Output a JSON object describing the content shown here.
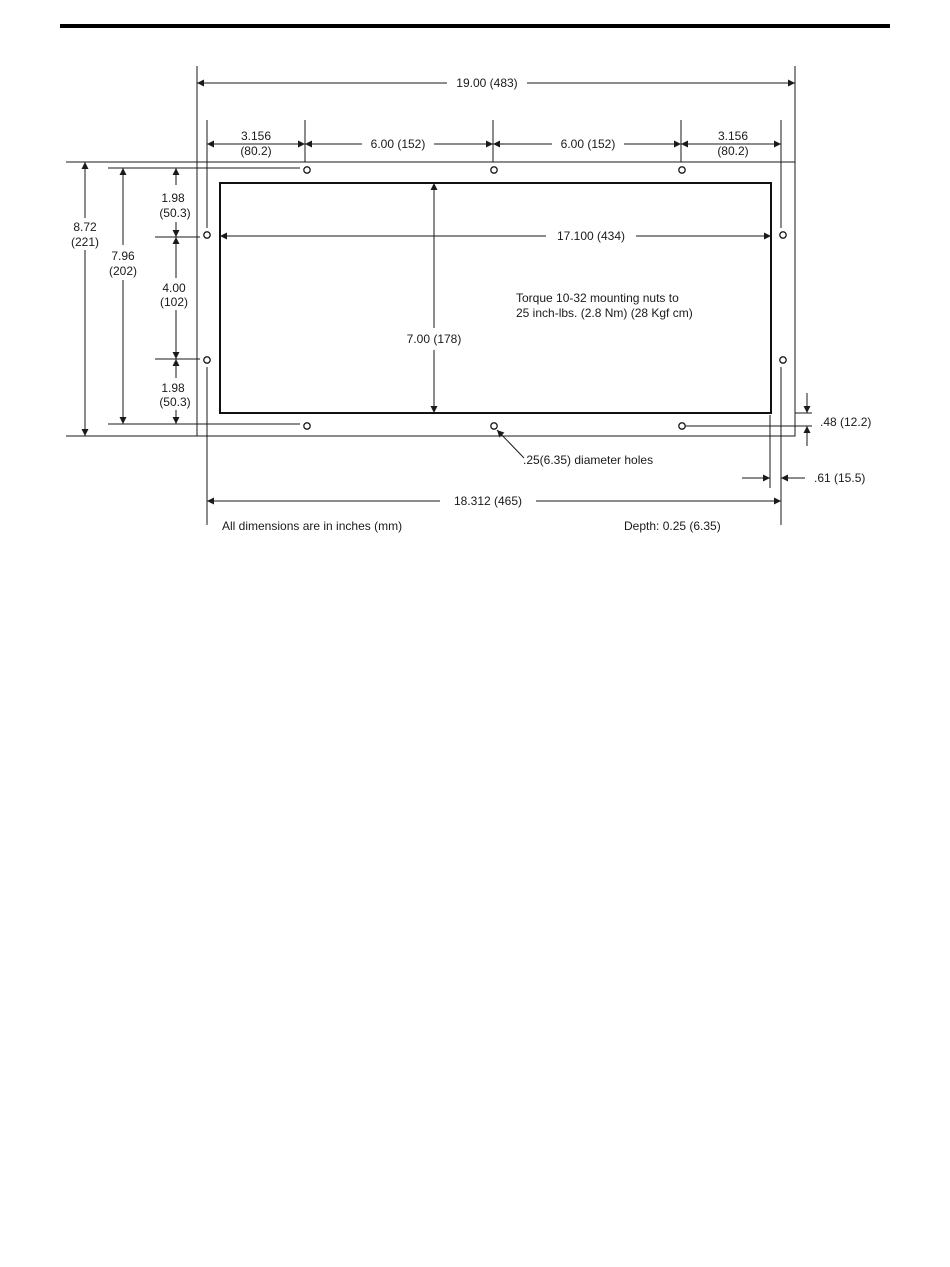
{
  "diagram": {
    "overall_width": "19.00 (483)",
    "hole_spacing_end_left": [
      "3.156",
      "(80.2)"
    ],
    "hole_spacing_mid_left": "6.00 (152)",
    "hole_spacing_mid_right": "6.00 (152)",
    "hole_spacing_end_right": [
      "3.156",
      "(80.2)"
    ],
    "overall_height": [
      "8.72",
      "(221)"
    ],
    "hole_span_height": [
      "7.96",
      "(202)"
    ],
    "edge_to_hole_top": [
      "1.98",
      "(50.3)"
    ],
    "hole_vertical_spacing": [
      "4.00",
      "(102)"
    ],
    "edge_to_hole_bottom": [
      "1.98",
      "(50.3)"
    ],
    "cutout_width": "17.100 (434)",
    "cutout_height": "7.00 (178)",
    "torque_note": [
      "Torque 10-32 mounting nuts to",
      "25 inch-lbs. (2.8 Nm) (28 Kgf cm)"
    ],
    "edge_margin_vertical": ".48 (12.2)",
    "hole_note": ".25(6.35) diameter holes",
    "edge_margin_horizontal": ".61 (15.5)",
    "hole_span_width": "18.312 (465)",
    "units_note": "All dimensions are in inches (mm)",
    "depth_note": "Depth: 0.25 (6.35)"
  }
}
